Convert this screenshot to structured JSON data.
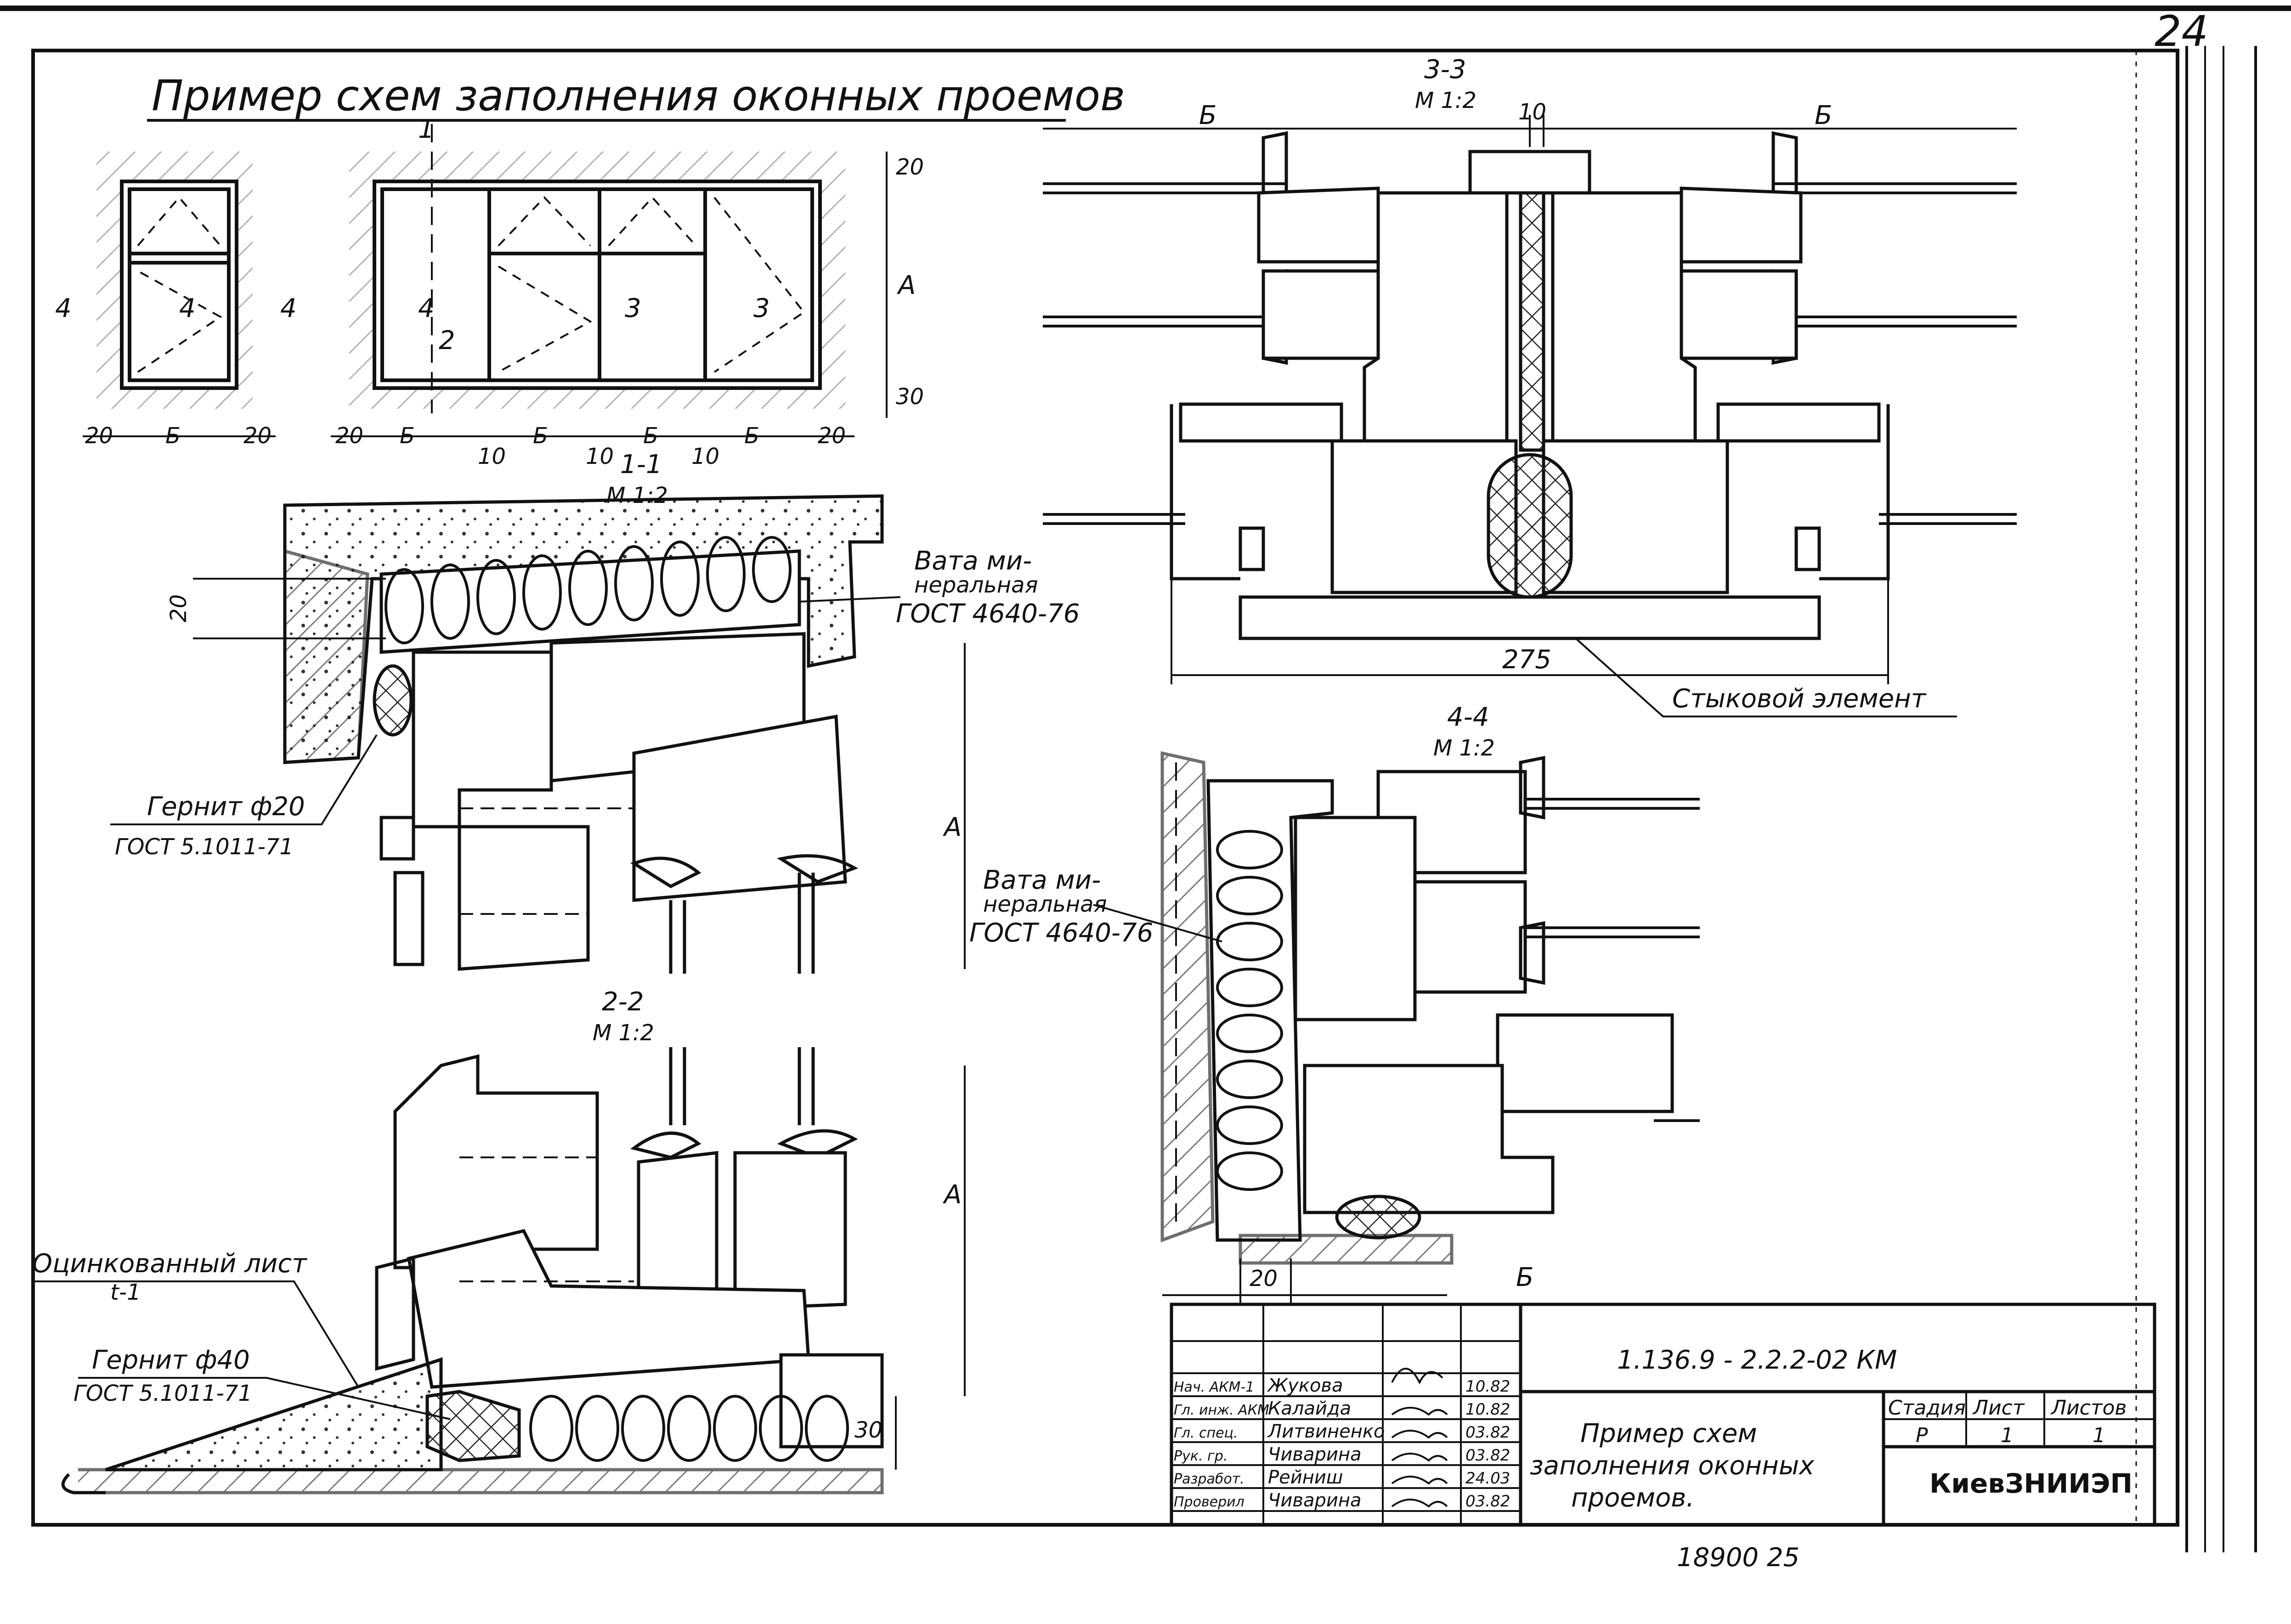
{
  "sheet": {
    "page_number": "24",
    "title": "Пример схем заполнения оконных проемов"
  },
  "elevation": {
    "markers": {
      "m4": "4",
      "m1": "1",
      "m2": "2",
      "m3": "3"
    },
    "dims": {
      "d20": "20",
      "d5": "Б",
      "d10": "10",
      "dA": "А",
      "d30": "30"
    }
  },
  "sections": {
    "s11": {
      "title": "1-1",
      "scale": "М 1:2"
    },
    "s22": {
      "title": "2-2",
      "scale": "М 1:2"
    },
    "s33": {
      "title": "3-3",
      "scale": "М 1:2"
    },
    "s44": {
      "title": "4-4",
      "scale": "М 1:2"
    }
  },
  "labels": {
    "vata_1": "Вата ми-",
    "vata_2": "неральная",
    "vata_3": "ГОСТ 4640-76",
    "gernit20": "Гернит ф20",
    "gernit20_gost": "ГОСТ 5.1011-71",
    "gernit40": "Гернит ф40",
    "gernit40_gost": "ГОСТ 5.1011-71",
    "zinc": "Оцинкованный лист",
    "zinc_t": "t-1",
    "stykovoy": "Стыковой элемент",
    "dim275": "275",
    "dim20": "20",
    "dim30": "30",
    "dimA": "А",
    "dimB": "Б",
    "dim10": "10"
  },
  "title_block": {
    "code": "1.136.9 - 2.2.2-02 КМ",
    "name_l1": "Пример схем",
    "name_l2": "заполнения оконных",
    "name_l3": "проемов.",
    "stage_h": "Стадия",
    "sheet_h": "Лист",
    "sheets_h": "Листов",
    "stage": "Р",
    "sheet": "1",
    "sheets": "1",
    "org": "КиевЗНИИЭП",
    "rows": [
      {
        "role": "Нач. АКМ-1",
        "name": "Жукова",
        "date": "10.82"
      },
      {
        "role": "Гл. инж. АКМ",
        "name": "Калайда",
        "date": "10.82"
      },
      {
        "role": "Гл. спец.",
        "name": "Литвиненко",
        "date": "03.82"
      },
      {
        "role": "Рук. гр.",
        "name": "Чиварина",
        "date": "03.82"
      },
      {
        "role": "Разработ.",
        "name": "Рейниш",
        "date": "24.03"
      },
      {
        "role": "Проверил",
        "name": "Чиварина",
        "date": "03.82"
      }
    ]
  },
  "footer": {
    "inventory": "18900 25"
  }
}
